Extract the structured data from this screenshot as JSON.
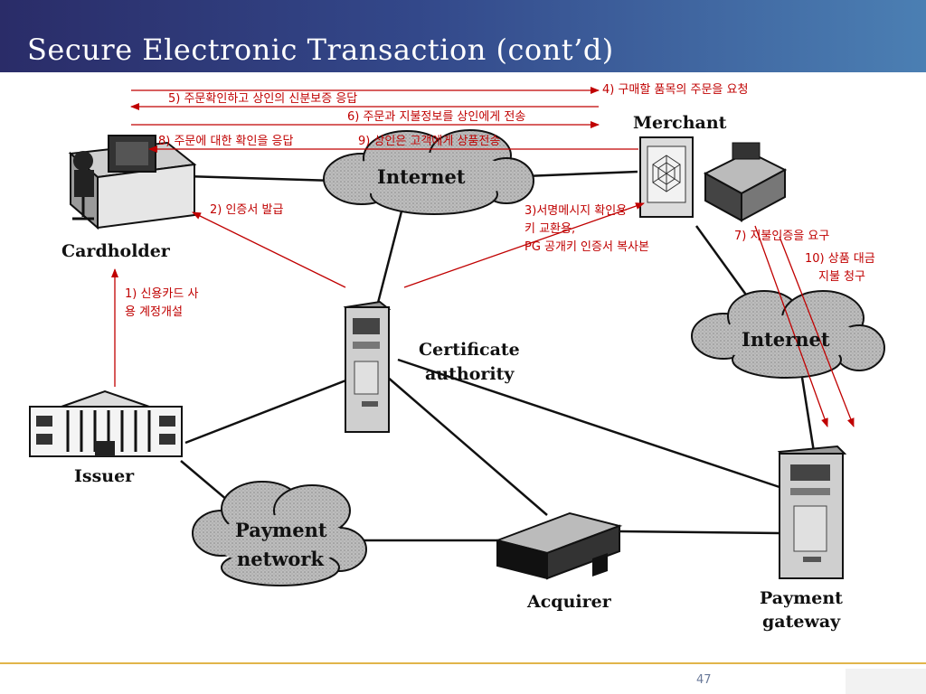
{
  "title": "Secure Electronic Transaction (cont’d)",
  "page_number": "47",
  "entities": {
    "cardholder": "Cardholder",
    "merchant": "Merchant",
    "ca_line1": "Certificate",
    "ca_line2": "authority",
    "issuer": "Issuer",
    "acquirer": "Acquirer",
    "pg_line1": "Payment",
    "pg_line2": "gateway",
    "internet_top": "Internet",
    "internet_right": "Internet",
    "pn_line1": "Payment",
    "pn_line2": "network"
  },
  "steps": {
    "s1_line1": "1) 신용카드 사",
    "s1_line2": "용 계정개설",
    "s2": "2) 인증서 발급",
    "s3_line1": "3)서명메시지 확인용",
    "s3_line2": "키 교환용,",
    "s3_line3": "PG 공개키 인증서 복사본",
    "s4": "4) 구매할 품목의 주문을 요청",
    "s5": "5) 주문확인하고 상인의 신분보증 응답",
    "s6": "6) 주문과 지불정보를 상인에게 전송",
    "s8": "8) 주문에 대한 확인을 응답",
    "s9": "9) 상인은 고객에게 상품전송",
    "s7": "7) 지불인증을 요구",
    "s10_line1": "10) 상품 대금",
    "s10_line2": "지불 청구"
  },
  "colors": {
    "arrow": "#c00000",
    "title_bar_left": "#2a2c68",
    "title_bar_right": "#4b7fb3",
    "cloud_fill": "#bdbdbd"
  }
}
